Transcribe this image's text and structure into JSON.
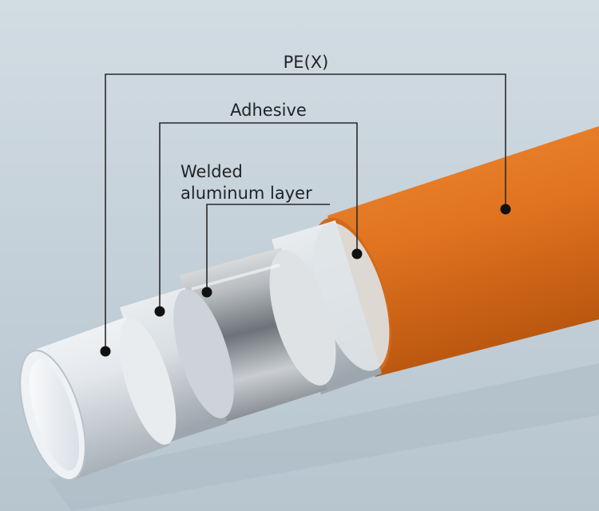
{
  "labels": {
    "outer": "PE(X)",
    "adhesive": "Adhesive",
    "aluminum_line1": "Welded",
    "aluminum_line2": "aluminum layer"
  },
  "colors": {
    "background": "#c3cfd8",
    "outer_pipe": "#e0731f",
    "leader_line": "#2a2a2a"
  }
}
